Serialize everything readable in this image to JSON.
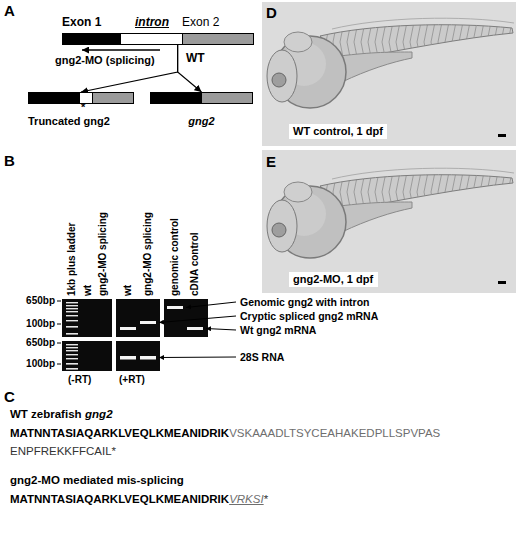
{
  "diagram": {
    "nodes": [
      {
        "text": [
          "Exon 1"
        ]
      },
      {
        "text": [
          "intron"
        ]
      },
      {
        "text": [
          "Exon 2"
        ]
      },
      {
        "text": [
          "Truncated gng2"
        ]
      },
      {
        "text": [
          "gng2"
        ]
      },
      {
        "text": [
          "WT control, 1 dpf"
        ]
      },
      {
        "text": [
          "gng2-MO, 1 dpf"
        ]
      }
    ],
    "edges": [
      {
        "from": 1,
        "to": 3,
        "arrow": "to"
      },
      {
        "from": 1,
        "to": 4,
        "arrow": "to"
      }
    ],
    "labels": [
      "A",
      "gng2-MO (splicing)",
      "WT",
      "*",
      "B",
      "1kb plus ladder",
      "wt",
      "gng2-MO splicing",
      "wt",
      "gng2-MO splicing",
      "genomic control",
      "cDNA control",
      "650bp",
      "100bp",
      "650bp",
      "100bp",
      "(-RT)",
      "(+RT)",
      "Genomic gng2 with intron",
      "Cryptic spliced gng2 mRNA",
      "Wt gng2 mRNA",
      "28S RNA",
      "C",
      "WT zebrafish",
      "gng2",
      "MATNNTASIAQARKLVEQLKMEANIDRIK",
      "VSKAAADLTSYCEAHAKEDPLLSPVPAS",
      "ENPFREKKFFCAIL*",
      "gng2-MO mediated mis-splicing",
      "MATNNTASIAQARKLVEQLKMEANIDRIK",
      "VRKSI",
      "*",
      "D",
      "E"
    ]
  }
}
